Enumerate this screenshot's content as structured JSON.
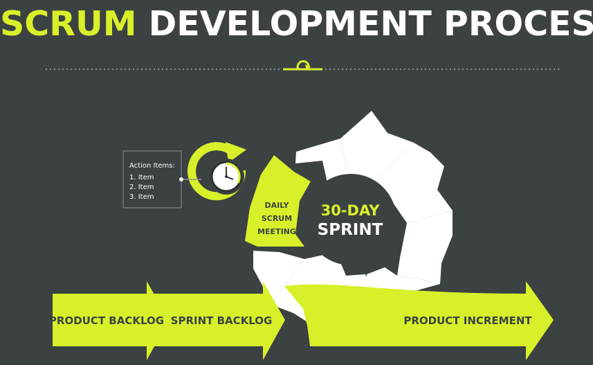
{
  "title": {
    "accent": "SCRUM",
    "rest": "DEVELOPMENT PROCESS"
  },
  "colors": {
    "background": "#3c4142",
    "accent": "#d8f02a",
    "white": "#ffffff"
  },
  "icons": {
    "divider": "cycle-arrow-icon",
    "timer": "clock-icon"
  },
  "action_box": {
    "heading": "Action Items:",
    "items": [
      "1. Item",
      "2. Item",
      "3. Item"
    ]
  },
  "daily_meeting": {
    "lines": [
      "DAILY",
      "SCRUM",
      "MEETING"
    ]
  },
  "sprint": {
    "duration": "30-DAY",
    "label": "SPRINT"
  },
  "flow": {
    "product_backlog": "PRODUCT BACKLOG",
    "sprint_backlog": "SPRINT BACKLOG",
    "product_increment": "PRODUCT INCREMENT"
  }
}
